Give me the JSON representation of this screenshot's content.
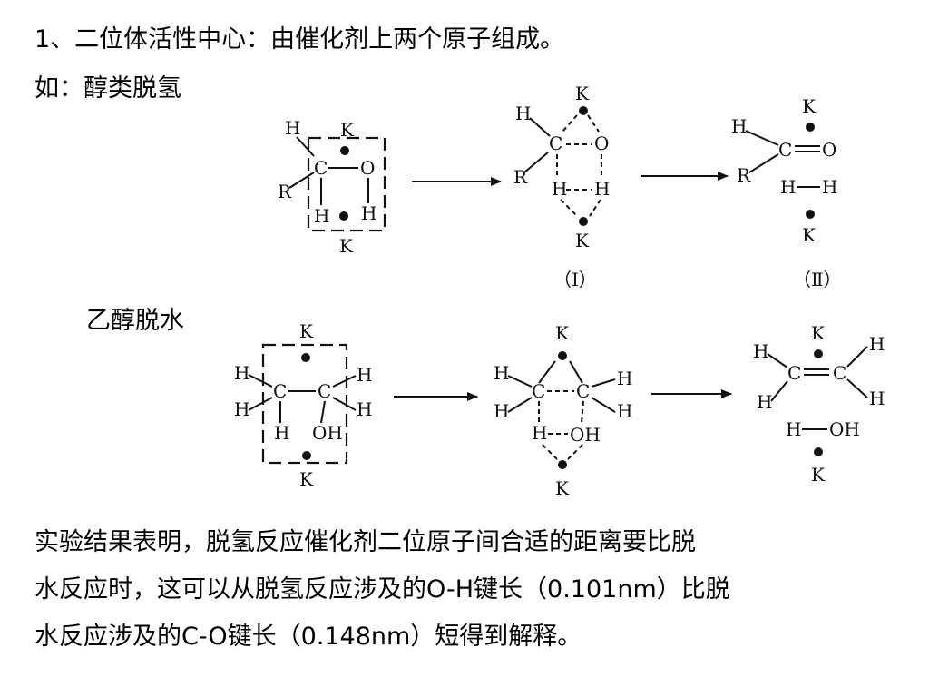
{
  "heading": "1、二位体活性中心：由催化剂上两个原子组成。",
  "example_label": "如：醇类脱氢",
  "dehydration_label": "乙醇脱水",
  "paragraph": [
    "实验结果表明，脱氢反应催化剂二位原子间合适的距离要比脱",
    "水反应时，这可以从脱氢反应涉及的O-H键长（0.101nm）比脱",
    "水反应涉及的C-O键长（0.148nm）短得到解释。"
  ],
  "diagram": {
    "atoms": {
      "H": "H",
      "K": "K",
      "C": "C",
      "O": "O",
      "R": "R",
      "OH": "OH"
    },
    "stage_labels": [
      "（Ⅰ）",
      "（Ⅱ）"
    ]
  }
}
